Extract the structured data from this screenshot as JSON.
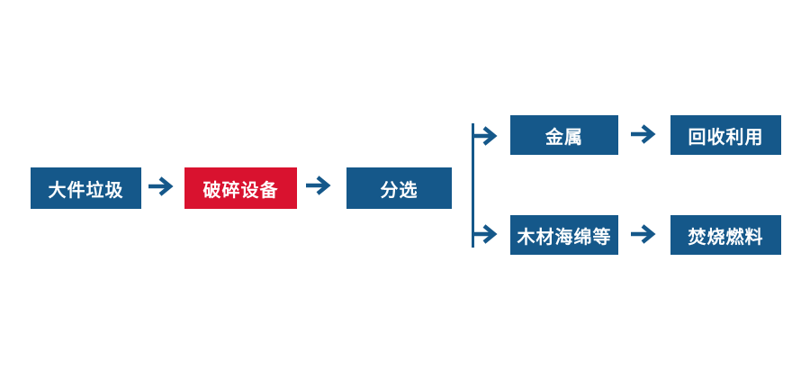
{
  "diagram": {
    "type": "flowchart",
    "direction": "left-to-right",
    "nodes": {
      "bulky_waste": "大件垃圾",
      "crushing_equipment": "破碎设备",
      "sorting": "分选",
      "metal": "金属",
      "recycling": "回收利用",
      "wood_sponge": "木材海绵等",
      "incineration_fuel": "焚烧燃料"
    },
    "edges": [
      {
        "from": "bulky_waste",
        "to": "crushing_equipment"
      },
      {
        "from": "crushing_equipment",
        "to": "sorting"
      },
      {
        "from": "sorting",
        "to": "metal"
      },
      {
        "from": "sorting",
        "to": "wood_sponge"
      },
      {
        "from": "metal",
        "to": "recycling"
      },
      {
        "from": "wood_sponge",
        "to": "incineration_fuel"
      }
    ],
    "colors": {
      "node_blue": "#15588A",
      "node_red": "#D9122F",
      "arrow_blue": "#15588A",
      "text_white": "#FFFFFF",
      "background": "#FFFFFF"
    },
    "arrow_glyph": "→"
  }
}
